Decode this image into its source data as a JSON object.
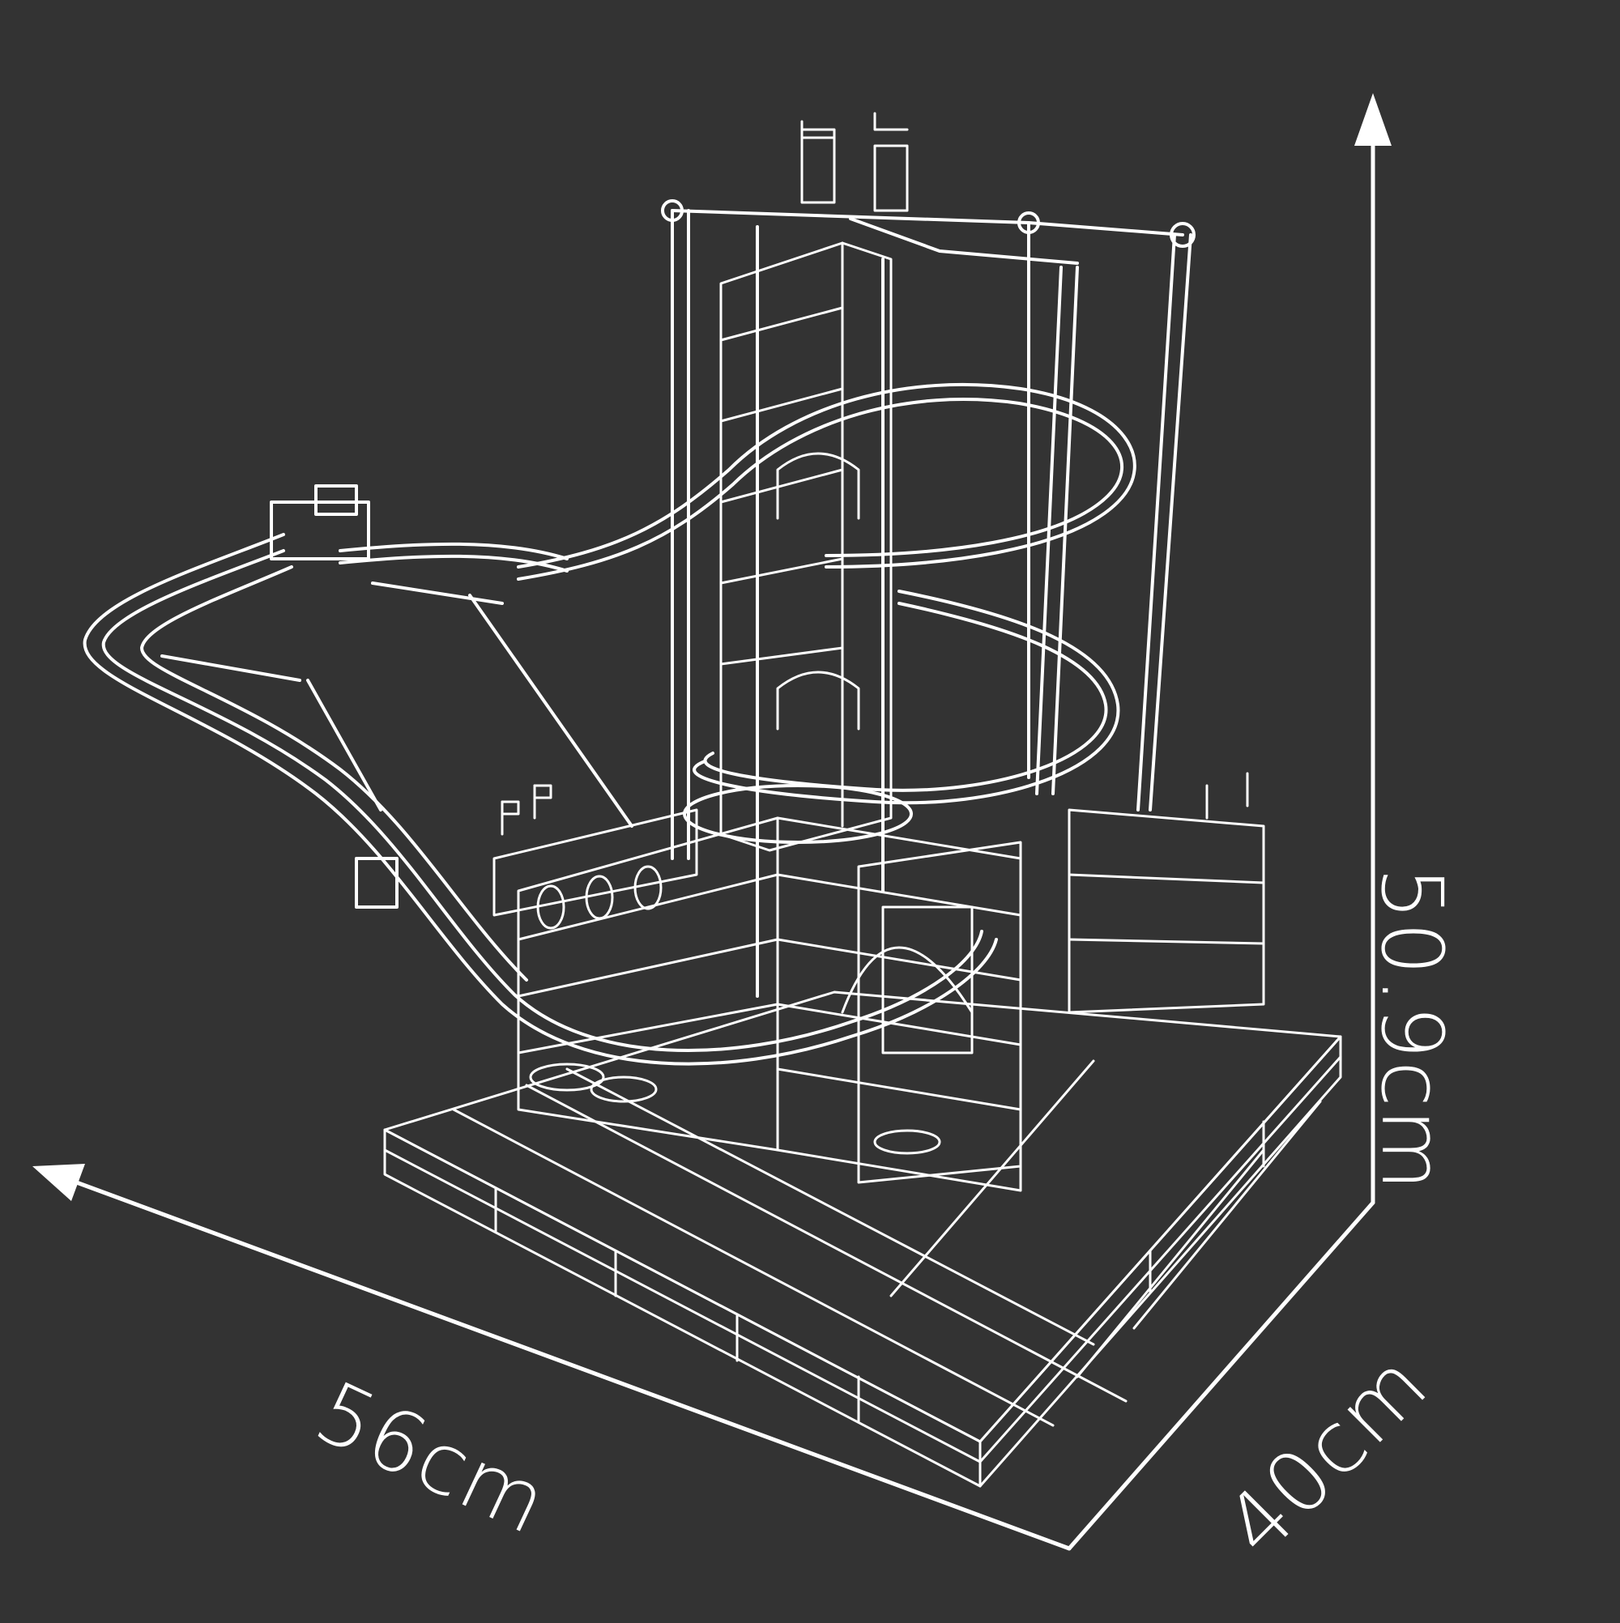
{
  "background_color": "#333333",
  "line_color": "#ffffff",
  "dimensions": {
    "width": "56cm",
    "depth": "40cm",
    "height": "50.9cm"
  }
}
